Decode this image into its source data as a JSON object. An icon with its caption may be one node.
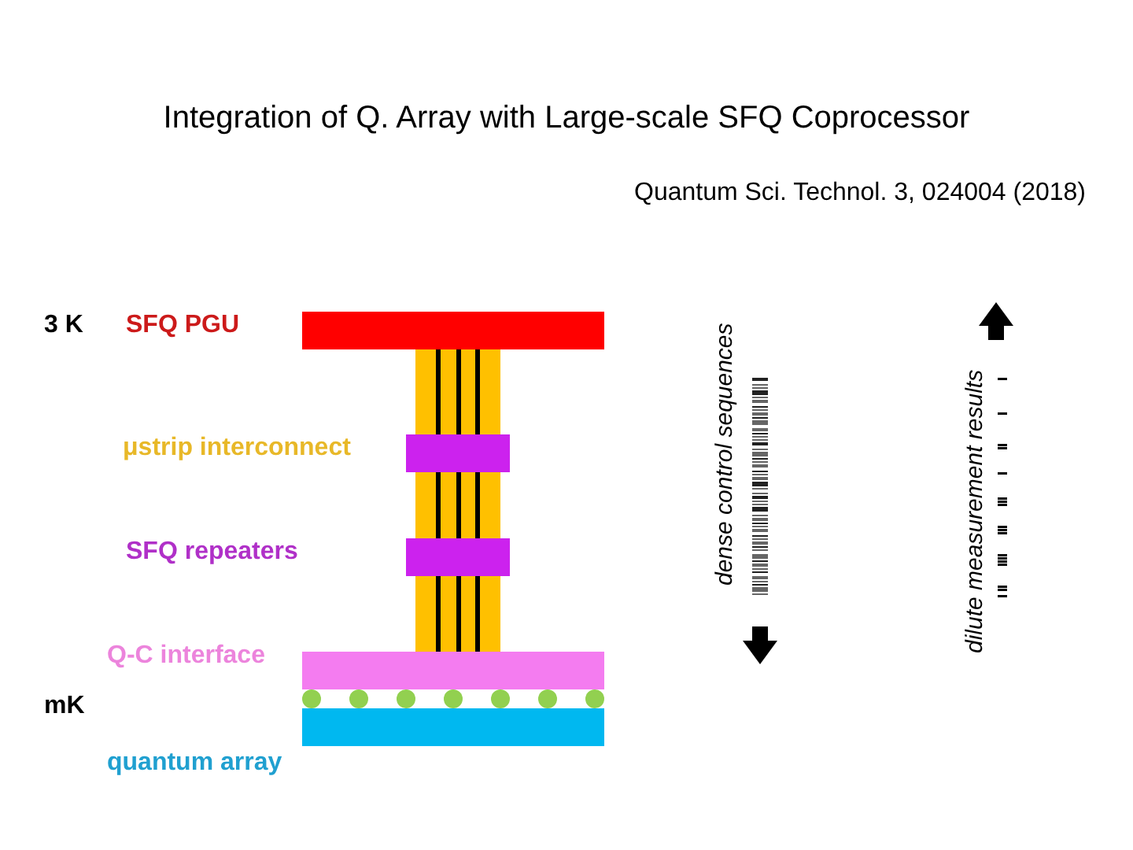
{
  "diagram": {
    "title": "Integration of Q. Array with Large-scale SFQ Coprocessor",
    "labels": [
      "Quantum Sci. Technol. 3, 024004 (2018)",
      "3 K",
      "SFQ PGU",
      "dense control sequences",
      "dilute measurement results",
      "μstrip interconnect",
      "SFQ repeaters",
      "Q-C interface",
      "mK",
      "quantum array"
    ]
  }
}
